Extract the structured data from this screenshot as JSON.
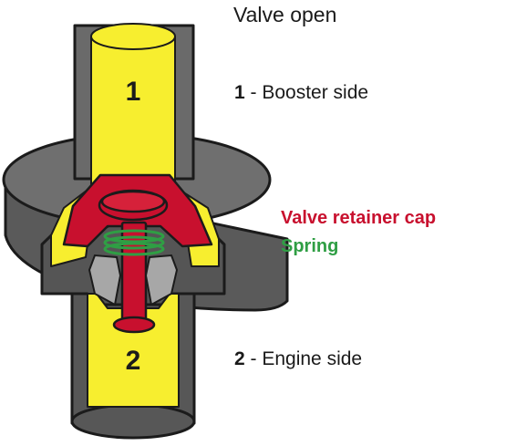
{
  "title": "Valve open",
  "markers": {
    "upper": "1",
    "lower": "2"
  },
  "legend": {
    "booster": {
      "num": "1",
      "text": " - Booster side"
    },
    "engine": {
      "num": "2",
      "text": " - Engine side"
    },
    "cap": "Valve retainer cap",
    "spring": "Spring"
  },
  "colors": {
    "body_dark": "#505050",
    "body_mid": "#777777",
    "passage": "#f7ee2f",
    "valve": "#c8102e",
    "spring": "#2f9e44",
    "guide": "#a7a7a7",
    "outline": "#1b1b1b"
  }
}
